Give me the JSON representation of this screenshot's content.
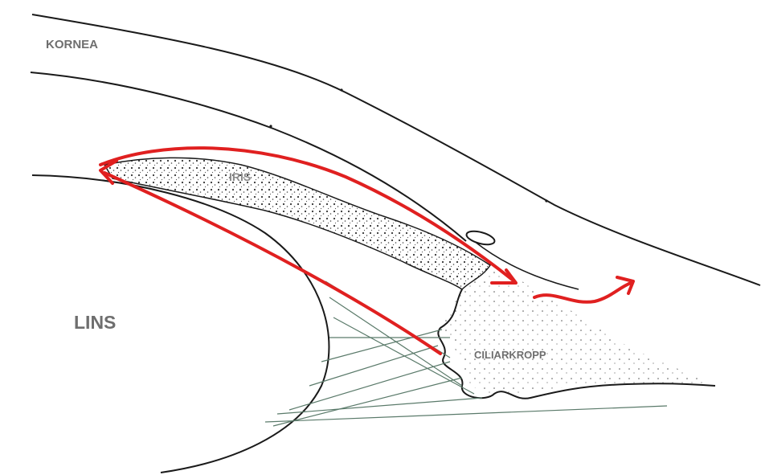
{
  "labels": {
    "kornea": "KORNEA",
    "iris": "IRIS",
    "lins": "LINS",
    "ciliary": "CILIARKROPP"
  },
  "colors": {
    "outline": "#1a1a1a",
    "arrow": "#e02020",
    "zonule": "#5a7a6a",
    "label": "#6e6e6e"
  }
}
